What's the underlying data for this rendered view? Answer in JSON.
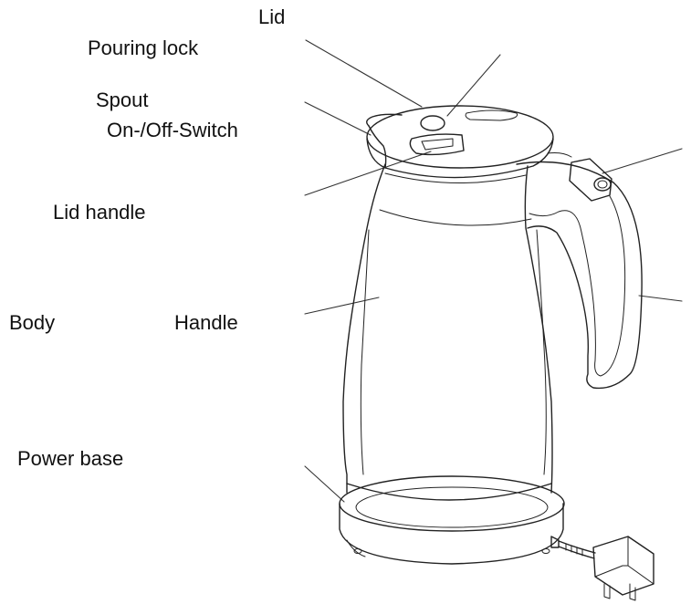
{
  "diagram": {
    "labels": {
      "lid": "Lid",
      "pouring_lock": "Pouring lock",
      "spout": "Spout",
      "on_off_switch": "On-/Off-Switch",
      "lid_handle": "Lid handle",
      "body": "Body",
      "handle": "Handle",
      "power_base": "Power base"
    }
  }
}
